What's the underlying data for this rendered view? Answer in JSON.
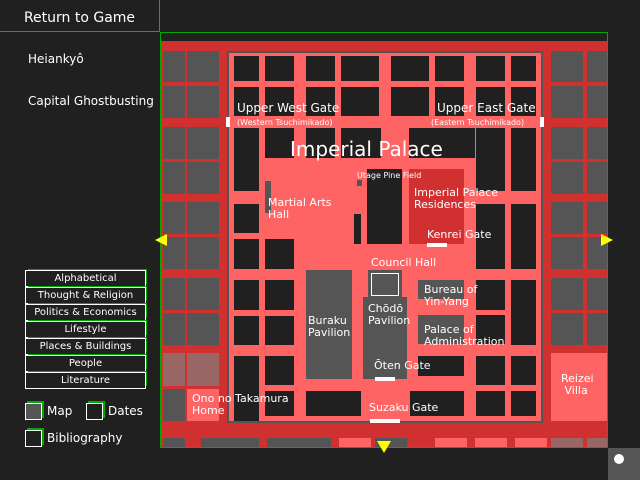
{
  "sidebar": {
    "return_label": "Return to Game",
    "city": "Heiankyô",
    "game": "Capital Ghostbusting",
    "categories": [
      "Alphabetical",
      "Thought & Religion",
      "Politics & Economics",
      "Lifestyle",
      "Places & Buildings",
      "People",
      "Literature"
    ],
    "toggles": {
      "map": "Map",
      "dates": "Dates",
      "bibliography": "Bibliography"
    },
    "map_checked": true
  },
  "map": {
    "title": "Imperial Palace",
    "labels": {
      "upper_west": "Upper West Gate",
      "upper_west_sub": "(Western Tsuchimikado)",
      "upper_east": "Upper East Gate",
      "upper_east_sub": "(Eastern Tsuchimikado)",
      "utage": "Utage Pine Field",
      "martial1": "Martial Arts",
      "martial2": "Hall",
      "residences1": "Imperial Palace",
      "residences2": "Residences",
      "kenrei": "Kenrei Gate",
      "council": "Council Hall",
      "bureau1": "Bureau of",
      "bureau2": "Yin-Yang",
      "chodo1": "Chōdō",
      "chodo2": "Pavilion",
      "buraku1": "Buraku",
      "buraku2": "Pavilion",
      "admin1": "Palace of",
      "admin2": "Administration",
      "oten": "Ōten Gate",
      "suzaku": "Suzaku Gate",
      "ono1": "Ono no Takamura",
      "ono2": "Home",
      "reizei1": "Reizei",
      "reizei2": "Villa"
    },
    "colors": {
      "road": "#d03030",
      "palace": "#ff6464",
      "block": "#202020",
      "building": "#555555",
      "faded": "#996666",
      "arrow": "#ffff00"
    }
  }
}
